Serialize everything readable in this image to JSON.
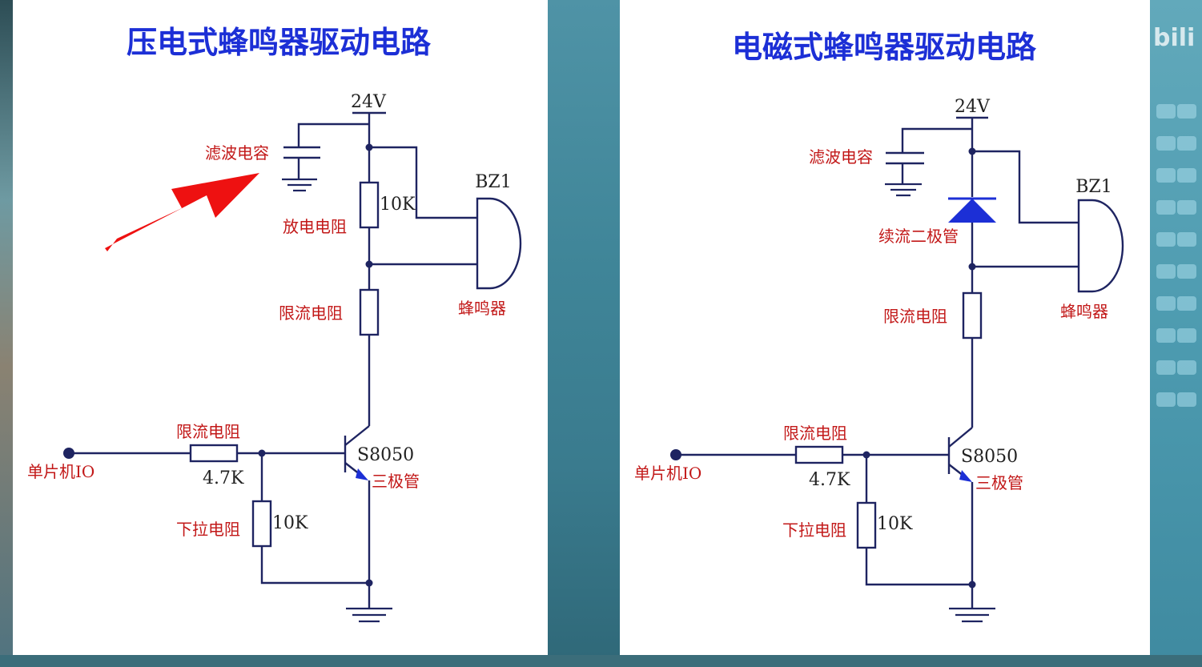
{
  "watermark": "bili",
  "left": {
    "title": "压电式蜂鸣器驱动电路",
    "vcc": "24V",
    "filter_cap": "滤波电容",
    "r_top_value": "10K",
    "r_top_label": "放电电阻",
    "buzzer_ref": "BZ1",
    "buzzer_label": "蜂鸣器",
    "r_limit_label": "限流电阻",
    "transistor_ref": "S8050",
    "transistor_label": "三极管",
    "input_label": "单片机IO",
    "r_base_label": "限流电阻",
    "r_base_value": "4.7K",
    "r_pull_label": "下拉电阻",
    "r_pull_value": "10K"
  },
  "right": {
    "title": "电磁式蜂鸣器驱动电路",
    "vcc": "24V",
    "filter_cap": "滤波电容",
    "buzzer_ref": "BZ1",
    "diode_label": "续流二极管",
    "buzzer_label": "蜂鸣器",
    "r_limit_label": "限流电阻",
    "transistor_ref": "S8050",
    "transistor_label": "三极管",
    "input_label": "单片机IO",
    "r_base_label": "限流电阻",
    "r_base_value": "4.7K",
    "r_pull_label": "下拉电阻",
    "r_pull_value": "10K"
  },
  "colors": {
    "title": "#1c2fd6",
    "label": "#c21818",
    "wire": "#1e2461",
    "arrow": "#ee1111",
    "diode": "#1c2fd6"
  }
}
